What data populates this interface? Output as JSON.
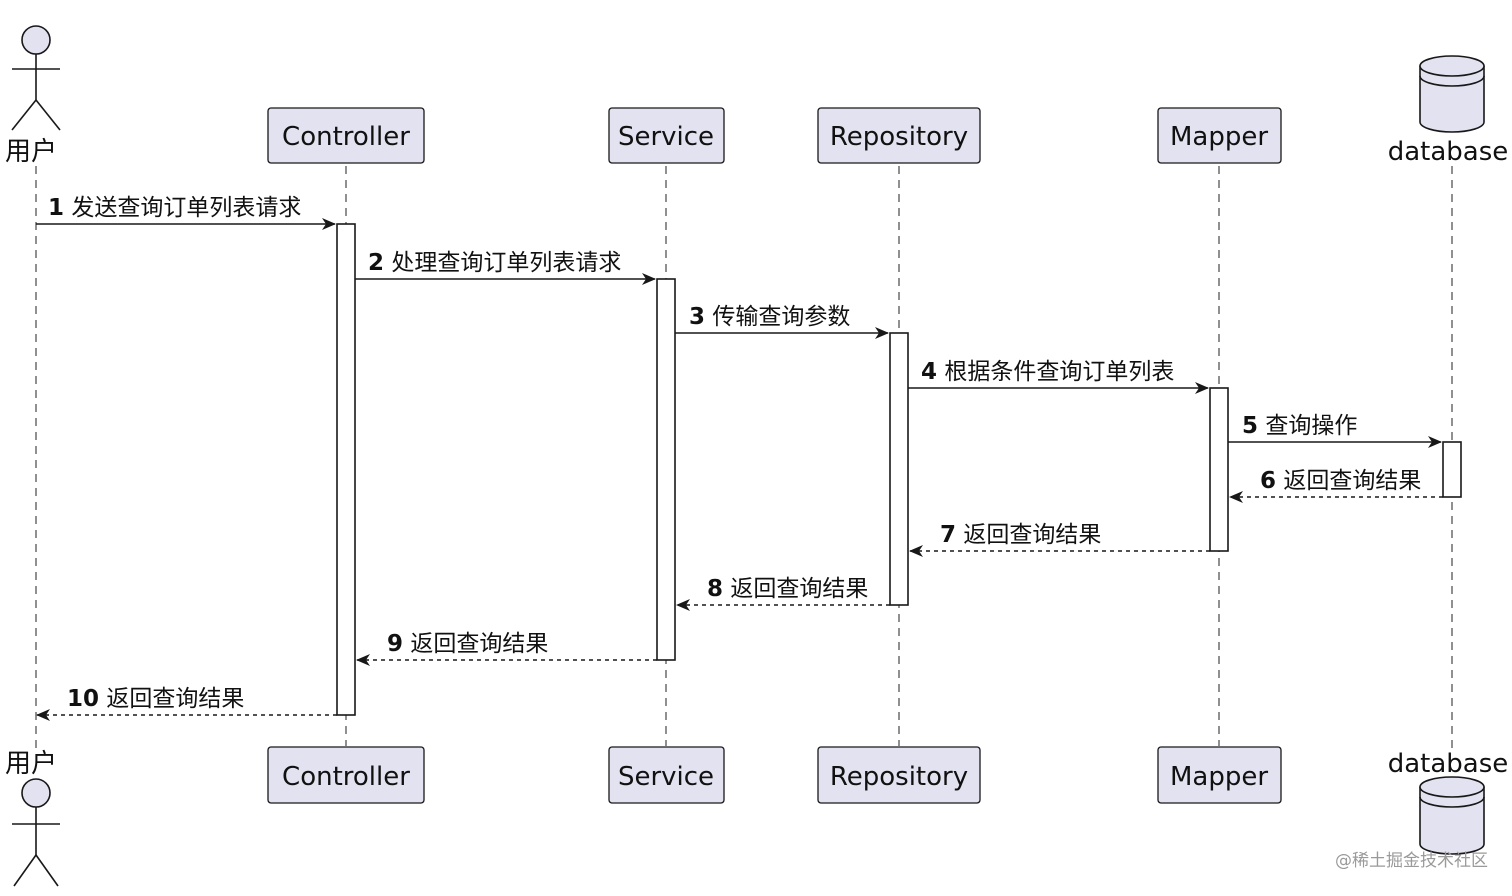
{
  "participants": [
    {
      "id": "user",
      "label": "用户",
      "kind": "actor"
    },
    {
      "id": "controller",
      "label": "Controller",
      "kind": "box"
    },
    {
      "id": "service",
      "label": "Service",
      "kind": "box"
    },
    {
      "id": "repository",
      "label": "Repository",
      "kind": "box"
    },
    {
      "id": "mapper",
      "label": "Mapper",
      "kind": "box"
    },
    {
      "id": "database",
      "label": "database",
      "kind": "database"
    }
  ],
  "messages": [
    {
      "num": "1",
      "text": "发送查询订单列表请求",
      "from": "user",
      "to": "controller",
      "style": "solid"
    },
    {
      "num": "2",
      "text": "处理查询订单列表请求",
      "from": "controller",
      "to": "service",
      "style": "solid"
    },
    {
      "num": "3",
      "text": "传输查询参数",
      "from": "service",
      "to": "repository",
      "style": "solid"
    },
    {
      "num": "4",
      "text": "根据条件查询订单列表",
      "from": "repository",
      "to": "mapper",
      "style": "solid"
    },
    {
      "num": "5",
      "text": "查询操作",
      "from": "mapper",
      "to": "database",
      "style": "solid"
    },
    {
      "num": "6",
      "text": "返回查询结果",
      "from": "database",
      "to": "mapper",
      "style": "dashed"
    },
    {
      "num": "7",
      "text": "返回查询结果",
      "from": "mapper",
      "to": "repository",
      "style": "dashed"
    },
    {
      "num": "8",
      "text": "返回查询结果",
      "from": "repository",
      "to": "service",
      "style": "dashed"
    },
    {
      "num": "9",
      "text": "返回查询结果",
      "from": "service",
      "to": "controller",
      "style": "dashed"
    },
    {
      "num": "10",
      "text": "返回查询结果",
      "from": "controller",
      "to": "user",
      "style": "dashed"
    }
  ],
  "colors": {
    "box_fill": "#e2e2f0",
    "box_stroke": "#181818",
    "line": "#181818",
    "lifeline": "#555555"
  },
  "watermark": "@稀土掘金技术社区"
}
